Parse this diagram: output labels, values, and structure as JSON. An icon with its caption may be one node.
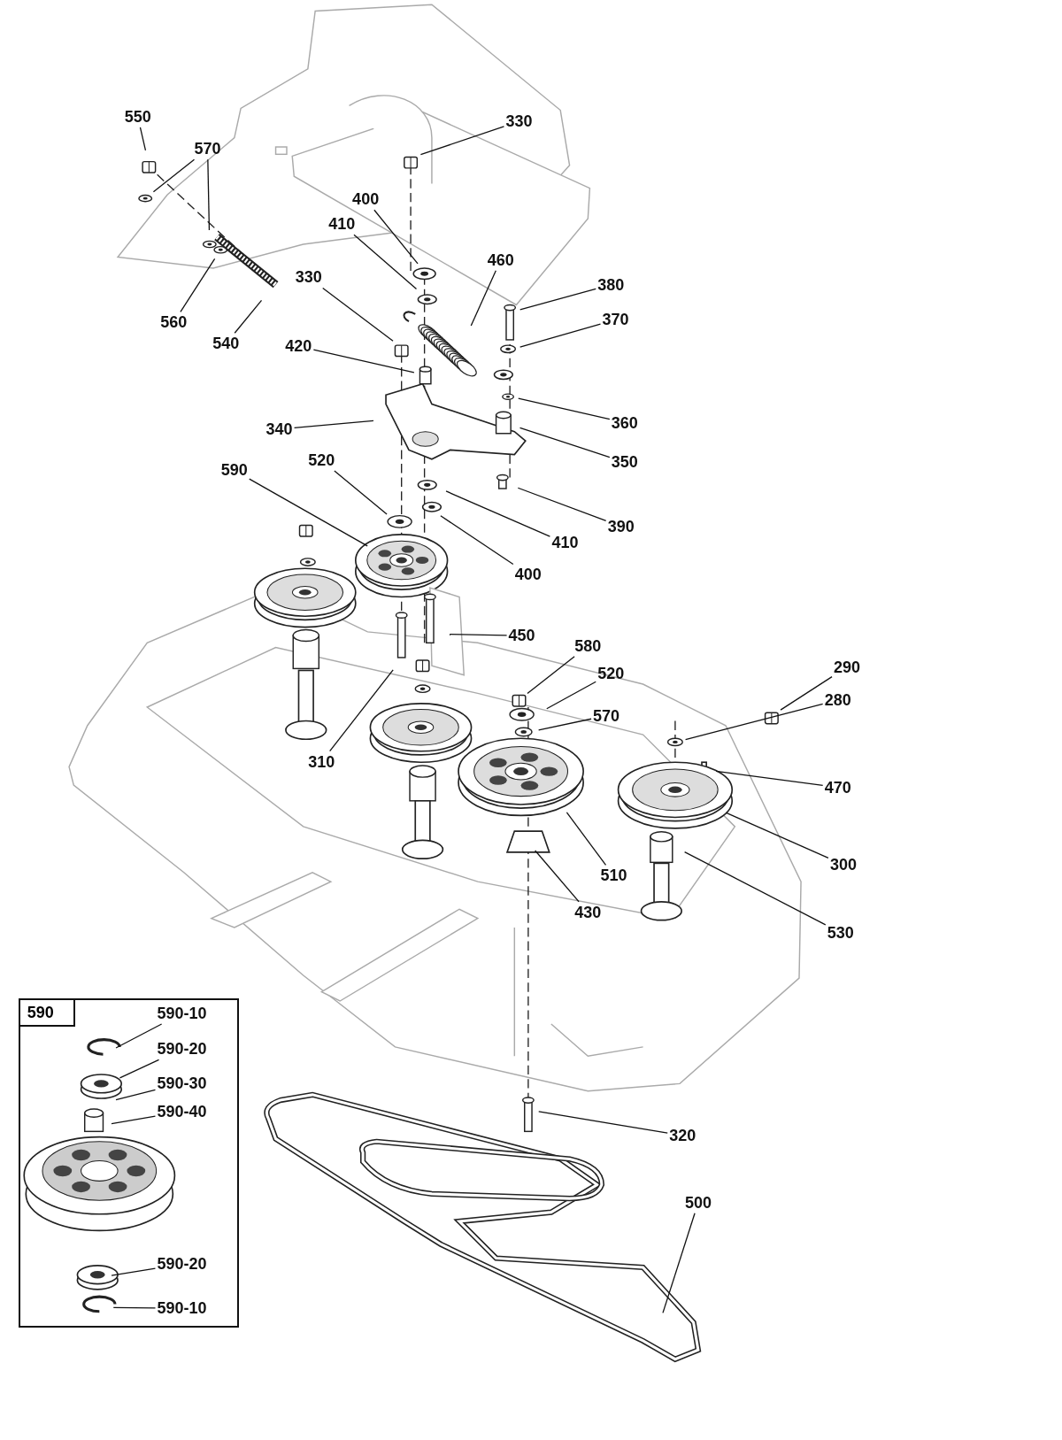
{
  "diagram": {
    "nodes": [
      {
        "text": [
          "550"
        ]
      },
      {
        "text": [
          "570"
        ]
      },
      {
        "text": [
          "330"
        ]
      },
      {
        "text": [
          "400"
        ]
      },
      {
        "text": [
          "410"
        ]
      },
      {
        "text": [
          "460"
        ]
      },
      {
        "text": [
          "380"
        ]
      },
      {
        "text": [
          "330"
        ]
      },
      {
        "text": [
          "370"
        ]
      },
      {
        "text": [
          "560"
        ]
      },
      {
        "text": [
          "540"
        ]
      },
      {
        "text": [
          "420"
        ]
      },
      {
        "text": [
          "360"
        ]
      },
      {
        "text": [
          "340"
        ]
      },
      {
        "text": [
          "350"
        ]
      },
      {
        "text": [
          "520"
        ]
      },
      {
        "text": [
          "590"
        ]
      },
      {
        "text": [
          "390"
        ]
      },
      {
        "text": [
          "410"
        ]
      },
      {
        "text": [
          "400"
        ]
      },
      {
        "text": [
          "450"
        ]
      },
      {
        "text": [
          "580"
        ]
      },
      {
        "text": [
          "290"
        ]
      },
      {
        "text": [
          "520"
        ]
      },
      {
        "text": [
          "280"
        ]
      },
      {
        "text": [
          "570"
        ]
      },
      {
        "text": [
          "310"
        ]
      },
      {
        "text": [
          "470"
        ]
      },
      {
        "text": [
          "300"
        ]
      },
      {
        "text": [
          "510"
        ]
      },
      {
        "text": [
          "430"
        ]
      },
      {
        "text": [
          "530"
        ]
      },
      {
        "text": [
          "590"
        ]
      },
      {
        "text": [
          "590-10"
        ],
        "in": 32
      },
      {
        "text": [
          "590-20"
        ],
        "in": 32
      },
      {
        "text": [
          "590-30"
        ],
        "in": 32
      },
      {
        "text": [
          "590-40"
        ],
        "in": 32
      },
      {
        "text": [
          "590-20"
        ],
        "in": 32
      },
      {
        "text": [
          "590-10"
        ],
        "in": 32
      },
      {
        "text": [
          "320"
        ]
      },
      {
        "text": [
          "500"
        ]
      }
    ],
    "edges": [
      {
        "from": 0,
        "to": null,
        "arrow": "none"
      },
      {
        "from": 1,
        "to": null,
        "arrow": "none"
      },
      {
        "from": 1,
        "to": null,
        "arrow": "none"
      },
      {
        "from": 2,
        "to": null,
        "arrow": "none"
      },
      {
        "from": 3,
        "to": null,
        "arrow": "none"
      },
      {
        "from": 4,
        "to": null,
        "arrow": "none"
      },
      {
        "from": 5,
        "to": null,
        "arrow": "none"
      },
      {
        "from": 6,
        "to": null,
        "arrow": "none"
      },
      {
        "from": 7,
        "to": null,
        "arrow": "none"
      },
      {
        "from": 8,
        "to": null,
        "arrow": "none"
      },
      {
        "from": 9,
        "to": null,
        "arrow": "none"
      },
      {
        "from": 10,
        "to": null,
        "arrow": "none"
      },
      {
        "from": 11,
        "to": null,
        "arrow": "none"
      },
      {
        "from": 12,
        "to": null,
        "arrow": "none"
      },
      {
        "from": 13,
        "to": null,
        "arrow": "none"
      },
      {
        "from": 14,
        "to": null,
        "arrow": "none"
      },
      {
        "from": 15,
        "to": null,
        "arrow": "none"
      },
      {
        "from": 16,
        "to": null,
        "arrow": "none"
      },
      {
        "from": 17,
        "to": null,
        "arrow": "none"
      },
      {
        "from": 18,
        "to": null,
        "arrow": "none"
      },
      {
        "from": 19,
        "to": null,
        "arrow": "none"
      },
      {
        "from": 20,
        "to": null,
        "arrow": "none"
      },
      {
        "from": 21,
        "to": null,
        "arrow": "none"
      },
      {
        "from": 22,
        "to": null,
        "arrow": "none"
      },
      {
        "from": 23,
        "to": null,
        "arrow": "none"
      },
      {
        "from": 24,
        "to": null,
        "arrow": "none"
      },
      {
        "from": 25,
        "to": null,
        "arrow": "none"
      },
      {
        "from": 26,
        "to": null,
        "arrow": "none"
      },
      {
        "from": 27,
        "to": null,
        "arrow": "none"
      },
      {
        "from": 28,
        "to": null,
        "arrow": "none"
      },
      {
        "from": 29,
        "to": null,
        "arrow": "none"
      },
      {
        "from": 30,
        "to": null,
        "arrow": "none"
      },
      {
        "from": 31,
        "to": null,
        "arrow": "none"
      },
      {
        "from": 33,
        "to": null,
        "arrow": "none"
      },
      {
        "from": 34,
        "to": null,
        "arrow": "none"
      },
      {
        "from": 35,
        "to": null,
        "arrow": "none"
      },
      {
        "from": 36,
        "to": null,
        "arrow": "none"
      },
      {
        "from": 37,
        "to": null,
        "arrow": "none"
      },
      {
        "from": 38,
        "to": null,
        "arrow": "none"
      },
      {
        "from": 39,
        "to": null,
        "arrow": "none"
      },
      {
        "from": 40,
        "to": null,
        "arrow": "none"
      }
    ]
  }
}
